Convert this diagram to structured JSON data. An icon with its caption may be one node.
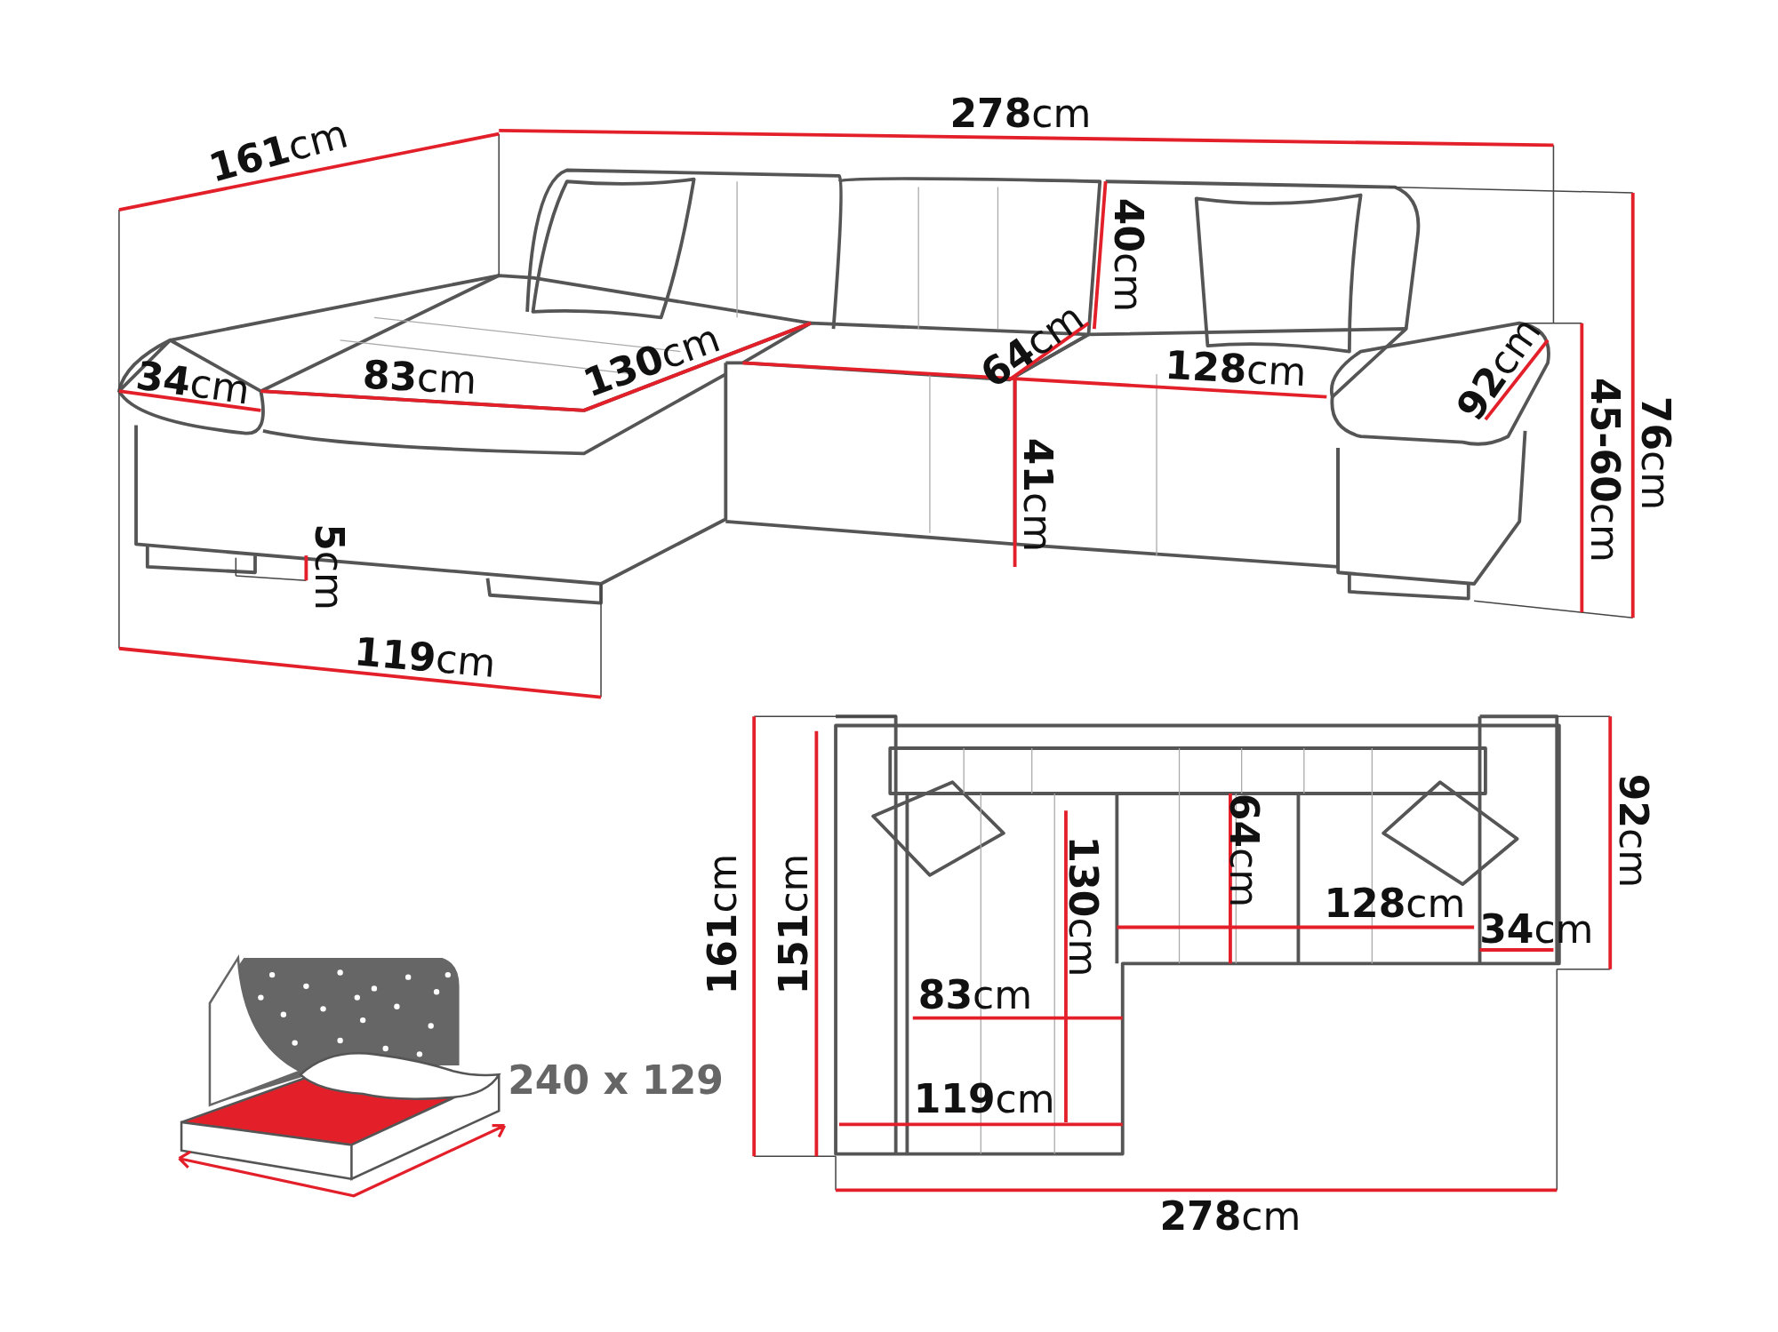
{
  "diagram": {
    "labels": [
      "**278**cm",
      "**161**cm",
      "**40**cm",
      "**76**cm",
      "**45-60**cm",
      "**92**cm",
      "**34**cm",
      "**83**cm",
      "**130**cm",
      "**64**cm",
      "**128**cm",
      "**41**cm",
      "**5**cm",
      "**119**cm",
      "**92**cm",
      "**161**cm",
      "**151**cm",
      "**130**cm",
      "**64**cm",
      "**128**cm",
      "**34**cm",
      "**83**cm",
      "**119**cm",
      "**278**cm",
      "240 x 129"
    ]
  }
}
